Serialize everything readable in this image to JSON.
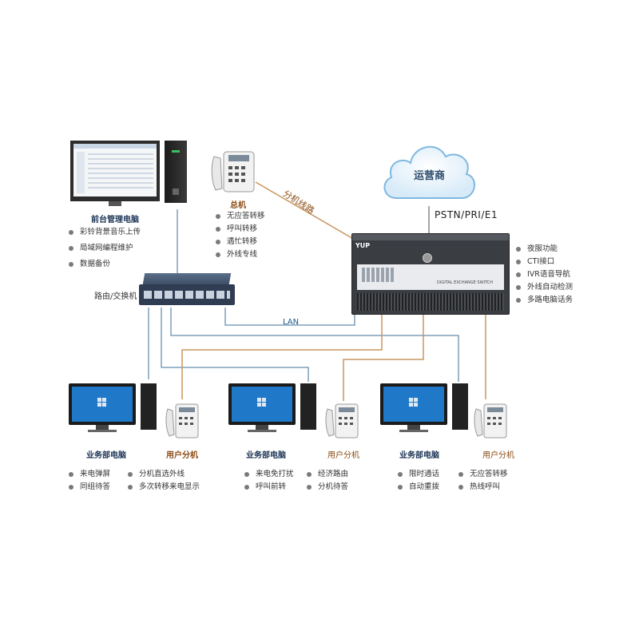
{
  "cloud": {
    "label": "运营商"
  },
  "trunk": {
    "label": "PSTN/PRI/E1"
  },
  "diagonal_label": "分机线路",
  "lan_label": "LAN",
  "router": {
    "label": "路由/交换机"
  },
  "front_desk": {
    "title": "前台管理电脑",
    "features": [
      "彩铃背景音乐上传",
      "局域网编程维护",
      "数据备份"
    ]
  },
  "main_phone": {
    "title": "总机",
    "features": [
      "无应答转移",
      "呼叫转移",
      "遇忙转移",
      "外线专线"
    ]
  },
  "pbx": {
    "brand_text": "YUP",
    "panel_text": "DIGITAL EXCHANGE SWITCH",
    "features": [
      "夜服功能",
      "CTI接口",
      "IVR语音导航",
      "外线自动检测",
      "多路电脑话务"
    ]
  },
  "stations": [
    {
      "pc_label": "业务部电脑",
      "phone_label": "用户分机",
      "features_left": [
        "来电弹屏",
        "同组待答"
      ],
      "features_right": [
        "分机直选外线",
        "多次转移来电显示"
      ]
    },
    {
      "pc_label": "业务部电脑",
      "phone_label": "用户分机",
      "features_left": [
        "来电免打扰",
        "呼叫前转"
      ],
      "features_right": [
        "经济路由",
        "分机待答"
      ]
    },
    {
      "pc_label": "业务部电脑",
      "phone_label": "用户分机",
      "features_left": [
        "限时通话",
        "自动重拨"
      ],
      "features_right": [
        "无应答转移",
        "热线呼叫"
      ]
    }
  ],
  "colors": {
    "lan_line": "#7f9fba",
    "phone_line": "#c8955e",
    "monitor_blue": "#1f78c8",
    "cloud_edge": "#7fb8e0",
    "pbx_body": "#3a3d42"
  }
}
